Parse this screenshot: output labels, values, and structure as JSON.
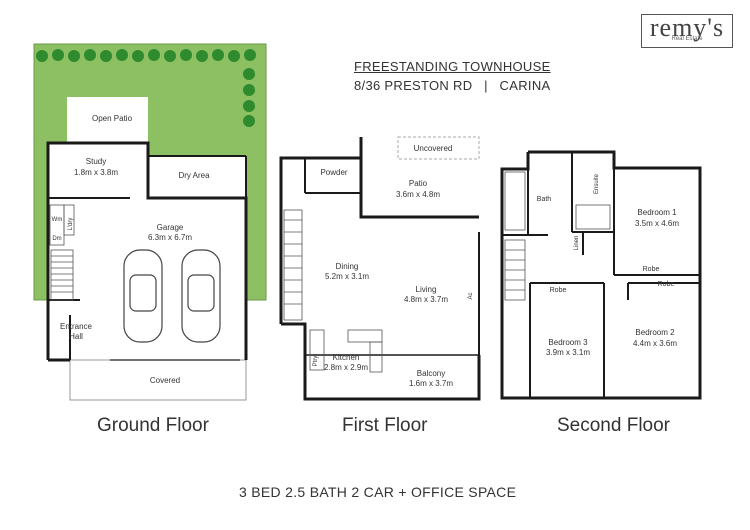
{
  "brand": {
    "name": "remy's",
    "tagline": "Real Estate"
  },
  "heading": {
    "type": "FREESTANDING TOWNHOUSE",
    "address": "8/36 PRESTON RD   |   CARINA"
  },
  "floors": {
    "ground": {
      "label": "Ground Floor",
      "rooms": {
        "open_patio": "Open Patio",
        "study_name": "Study",
        "study_size": "1.8m x 3.8m",
        "dry_area": "Dry Area",
        "garage_name": "Garage",
        "garage_size": "6.3m x 6.7m",
        "laundry": "L'dry",
        "wm": "Wm",
        "dm": "Dm",
        "entrance_1": "Entrance",
        "entrance_2": "Hall",
        "covered": "Covered"
      }
    },
    "first": {
      "label": "First Floor",
      "rooms": {
        "powder": "Powder",
        "uncovered": "Uncovered",
        "patio_name": "Patio",
        "patio_size": "3.6m x 4.8m",
        "dining_name": "Dining",
        "dining_size": "5.2m x 3.1m",
        "living_name": "Living",
        "living_size": "4.8m x 3.7m",
        "ac": "Ac",
        "kitchen_name": "Kitchen",
        "kitchen_size": "2.8m x 2.9m",
        "pantry": "Ptry",
        "balcony_name": "Balcony",
        "balcony_size": "1.6m x 3.7m"
      }
    },
    "second": {
      "label": "Second Floor",
      "rooms": {
        "bath": "Bath",
        "ensuite": "Ensuite",
        "linen": "Linen",
        "bed1_name": "Bedroom 1",
        "bed1_size": "3.5m x 4.6m",
        "robe_1": "Robe",
        "robe_2": "Robe",
        "robe_3": "Robe",
        "bed3_name": "Bedroom 3",
        "bed3_size": "3.9m x 3.1m",
        "bed2_name": "Bedroom 2",
        "bed2_size": "4.4m x 3.6m"
      }
    }
  },
  "footer": {
    "summary": "3 BED 2.5 BATH 2 CAR + OFFICE SPACE"
  },
  "colors": {
    "lawn": "#8dc063",
    "lawn_edge": "#6a9a45",
    "hedge": "#2e8b2e",
    "wall": "#1a1a1a"
  }
}
